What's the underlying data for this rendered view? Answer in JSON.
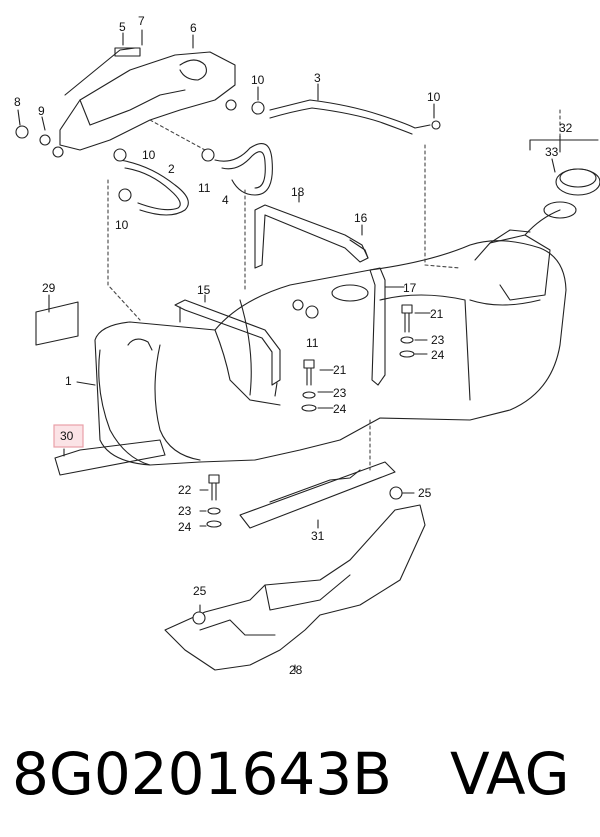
{
  "diagram": {
    "callouts": [
      "1",
      "2",
      "3",
      "4",
      "5",
      "6",
      "7",
      "8",
      "9",
      "10",
      "10",
      "10",
      "10",
      "11",
      "11",
      "15",
      "16",
      "17",
      "18",
      "21",
      "21",
      "22",
      "23",
      "23",
      "23",
      "24",
      "24",
      "24",
      "25",
      "25",
      "28",
      "29",
      "30",
      "31",
      "32",
      "33"
    ],
    "highlight_color": "#e8a0a8",
    "highlighted_callout": "30"
  },
  "footer": {
    "part_number": "8G0201643B",
    "brand": "VAG"
  }
}
